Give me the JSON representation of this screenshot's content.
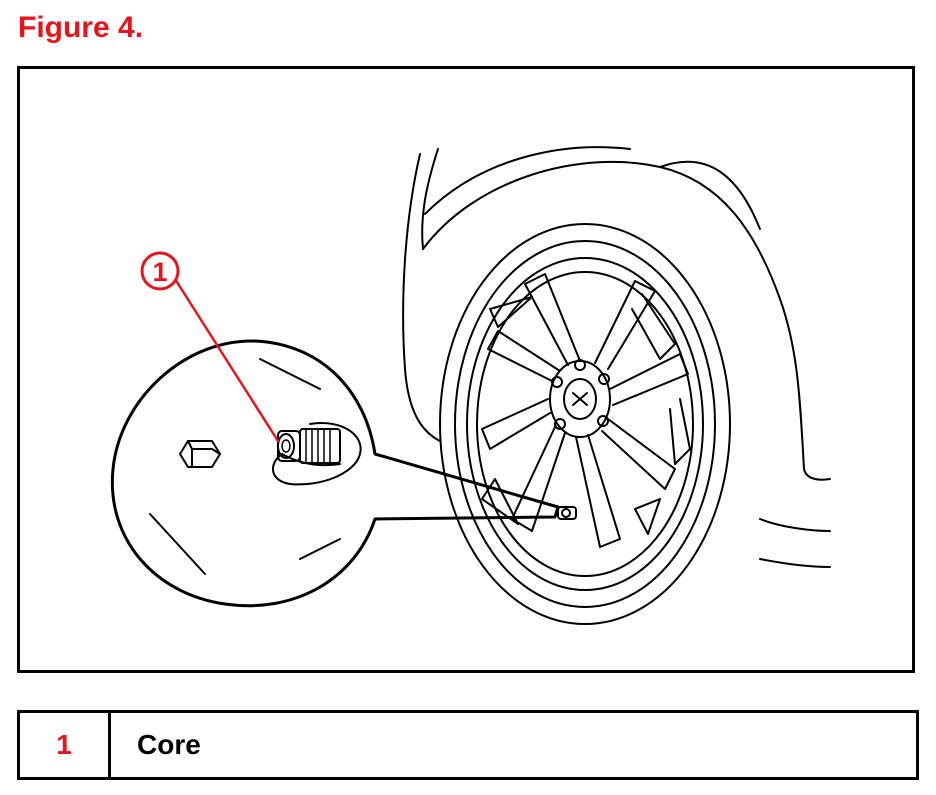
{
  "figure": {
    "title": "Figure 4.",
    "accent_color": "#e8141b",
    "callouts": [
      {
        "number": "1",
        "label": "Core"
      }
    ]
  },
  "illustration": {
    "subject": "wheel-with-valve-stem-detail",
    "icons": [
      "tire-wheel-drawing",
      "valve-stem-magnifier",
      "valve-cap-hex"
    ]
  },
  "legend": {
    "rows": [
      {
        "number": "1",
        "label": "Core"
      }
    ]
  }
}
